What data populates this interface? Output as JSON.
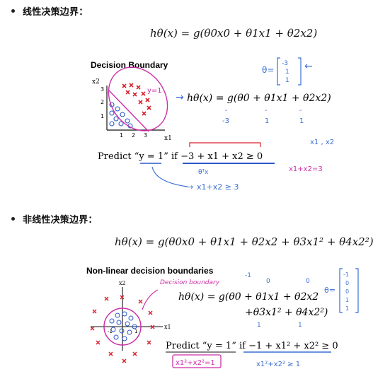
{
  "section1": {
    "bullet": "线性决策边界：",
    "formula": "hθ(x) = g(θ0x0 + θ1x1 + θ2x2)",
    "slide": {
      "title": "Decision Boundary",
      "axis_x2": "x2",
      "axis_x1": "x1",
      "y_ticks": [
        "1",
        "2",
        "3"
      ],
      "x_ticks": [
        "1",
        "2",
        "3"
      ],
      "y1_label": "y=1",
      "hyp": "hθ(x) = g(θ0 + θ1x1 + θ2x2)",
      "params": [
        "-3",
        "1",
        "1"
      ],
      "theta_vec": [
        "-3",
        "1",
        "1"
      ],
      "theta_sym": "θ=",
      "predict_text": "Predict “y = 1” if  −3 + x1 + x2 ≥ 0",
      "theta_tx": "θᵀx",
      "x1x2_note": "x1 , x2",
      "boundary_eq": "x1+x2=3",
      "ineq": "x1+x2 ≥ 3"
    }
  },
  "section2": {
    "bullet": "非线性决策边界：",
    "formula": "hθ(x) = g(θ0x0 + θ1x1 + θ2x2 + θ3x1² + θ4x2²)",
    "slide": {
      "title": "Non-linear decision boundaries",
      "decision_label": "Decision boundary",
      "hyp_line1": "hθ(x) = g(θ0 + θ1x1 + θ2x2",
      "hyp_line2": "+θ3x1² + θ4x2²)",
      "params_top": [
        "-1",
        "0",
        "0"
      ],
      "params_bot": [
        "1",
        "1"
      ],
      "theta_sym": "θ=",
      "theta_vec": [
        "-1",
        "0",
        "0",
        "1",
        "1"
      ],
      "axis_x2": "x2",
      "axis_x1": "x1",
      "tick_neg": "-1",
      "tick_pos": "1",
      "predict_text": "Predict “y = 1” if  −1 + x1² + x2² ≥ 0",
      "circle_eq": "x1²+x2²=1",
      "ineq": "x1²+x2² ≥ 1"
    }
  },
  "colors": {
    "marker_red": "#d9232e",
    "marker_blue": "#2b58c8",
    "marker_magenta": "#cc2fa8",
    "pen_blue": "#3b6fd2"
  }
}
